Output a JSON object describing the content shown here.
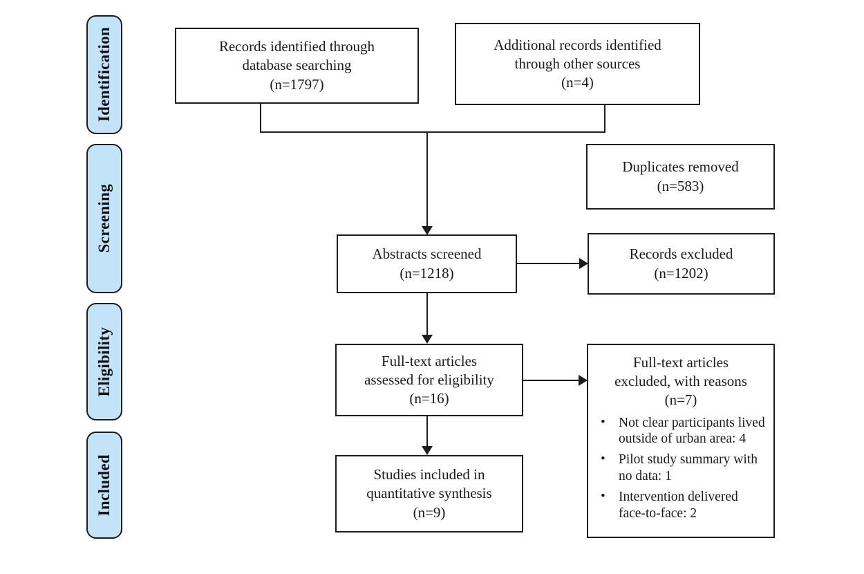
{
  "diagram": {
    "type": "prisma-flow-diagram",
    "title": "PRISMA study selection flow diagram",
    "colors": {
      "stage_fill": "#c3e4f8",
      "stroke": "#1c1c1c",
      "box_fill": "#ffffff",
      "background": "#ffffff"
    }
  },
  "stages": [
    {
      "label": "Identification"
    },
    {
      "label": "Screening"
    },
    {
      "label": "Eligibility"
    },
    {
      "label": "Included"
    }
  ],
  "boxes": {
    "records_database": {
      "lines": [
        "Records identified through",
        "database searching",
        "(n=1797)"
      ],
      "count": 1797
    },
    "records_other_sources": {
      "lines": [
        "Additional records identified",
        "through other sources",
        "(n=4)"
      ],
      "count": 4
    },
    "duplicates_removed": {
      "lines": [
        "Duplicates removed",
        "(n=583)"
      ],
      "count": 583
    },
    "abstracts_screened": {
      "lines": [
        "Abstracts screened",
        "(n=1218)"
      ],
      "count": 1218
    },
    "records_excluded": {
      "lines": [
        "Records excluded",
        "(n=1202)"
      ],
      "count": 1202
    },
    "fulltext_assessed": {
      "lines": [
        "Full-text articles",
        "assessed for eligibility",
        "(n=16)"
      ],
      "count": 16
    },
    "fulltext_excluded": {
      "heading_lines": [
        "Full-text articles",
        "excluded, with reasons",
        "(n=7)"
      ],
      "count": 7,
      "reasons": [
        {
          "text": "Not clear participants lived outside of urban area: 4",
          "n": 4
        },
        {
          "text": "Pilot study summary with no data: 1",
          "n": 1
        },
        {
          "text": "Intervention delivered face-to-face: 2",
          "n": 2
        }
      ]
    },
    "studies_included": {
      "lines": [
        "Studies included in",
        "quantitative synthesis",
        "(n=9)"
      ],
      "count": 9
    }
  },
  "chart_data": {
    "type": "diagram",
    "title": "PRISMA flow diagram",
    "nodes": [
      {
        "id": "records_database",
        "label": "Records identified through database searching",
        "n": 1797,
        "stage": "Identification"
      },
      {
        "id": "records_other_sources",
        "label": "Additional records identified through other sources",
        "n": 4,
        "stage": "Identification"
      },
      {
        "id": "duplicates_removed",
        "label": "Duplicates removed",
        "n": 583,
        "stage": "Screening"
      },
      {
        "id": "abstracts_screened",
        "label": "Abstracts screened",
        "n": 1218,
        "stage": "Screening"
      },
      {
        "id": "records_excluded",
        "label": "Records excluded",
        "n": 1202,
        "stage": "Screening"
      },
      {
        "id": "fulltext_assessed",
        "label": "Full-text articles assessed for eligibility",
        "n": 16,
        "stage": "Eligibility"
      },
      {
        "id": "fulltext_excluded",
        "label": "Full-text articles excluded, with reasons",
        "n": 7,
        "stage": "Eligibility"
      },
      {
        "id": "studies_included",
        "label": "Studies included in quantitative synthesis",
        "n": 9,
        "stage": "Included"
      }
    ],
    "edges": [
      {
        "from": "records_database",
        "to": "abstracts_screened"
      },
      {
        "from": "records_other_sources",
        "to": "abstracts_screened"
      },
      {
        "from": "abstracts_screened",
        "to": "records_excluded"
      },
      {
        "from": "abstracts_screened",
        "to": "fulltext_assessed"
      },
      {
        "from": "fulltext_assessed",
        "to": "fulltext_excluded"
      },
      {
        "from": "fulltext_assessed",
        "to": "studies_included"
      }
    ]
  }
}
